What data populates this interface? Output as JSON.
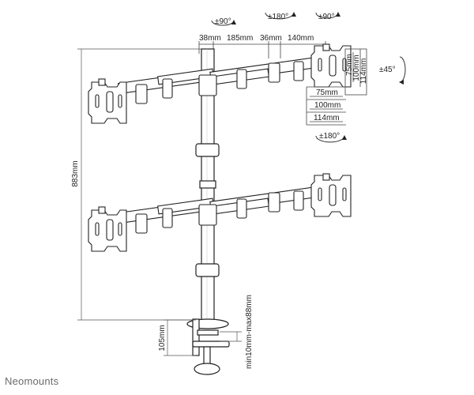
{
  "rotations": {
    "left_arm_swivel": "±90°",
    "center_rotate": "±180°",
    "right_arm_swivel": "±90°",
    "tilt": "±45°",
    "screen_rotate": "±180°"
  },
  "top_dimensions": {
    "pole_offset": "38mm",
    "arm_segment_1": "185mm",
    "arm_segment_2": "36mm",
    "arm_segment_3": "140mm"
  },
  "vesa": {
    "h_75": "75mm",
    "h_100": "100mm",
    "h_114": "114mm",
    "v_75": "75mm",
    "v_100": "100mm",
    "v_114": "114mm"
  },
  "heights": {
    "pole_height": "883mm",
    "clamp_height": "105mm",
    "desk_thickness": "min10mm-max88mm"
  },
  "brand": "Neomounts"
}
